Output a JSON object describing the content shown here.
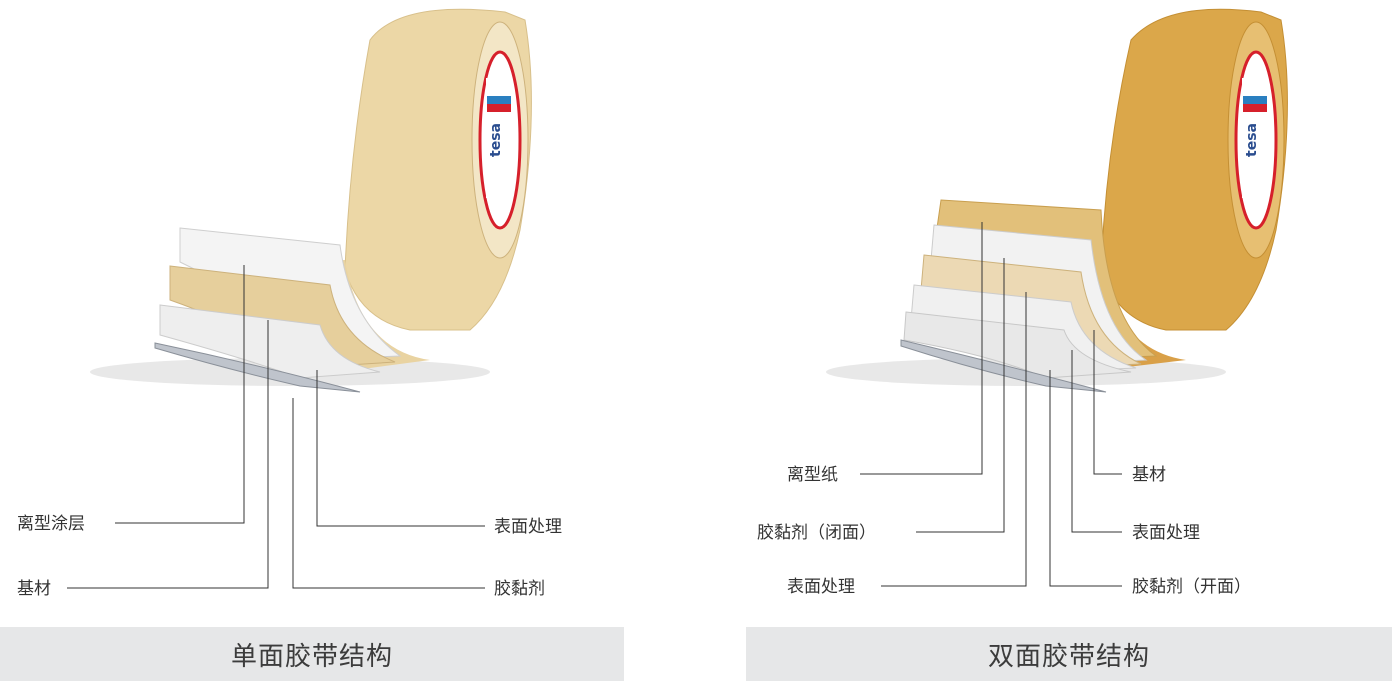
{
  "left": {
    "labels": {
      "release_coating": "离型涂层",
      "base_material": "基材",
      "surface_treatment": "表面处理",
      "adhesive": "胶黏剂"
    },
    "caption": "单面胶带结构"
  },
  "right": {
    "labels": {
      "release_paper": "离型纸",
      "adhesive_closed": "胶黏剂（闭面）",
      "surface_treatment_1": "表面处理",
      "base_material": "基材",
      "surface_treatment_2": "表面处理",
      "adhesive_open": "胶黏剂（开面）"
    },
    "caption": "双面胶带结构"
  },
  "brand_text": "tesa",
  "colors": {
    "single_tape": "#efdcb0",
    "double_tape": "#dba74a",
    "caption_bg": "#e6e7e8",
    "leader_line": "#333333",
    "brand_red": "#d6202b",
    "brand_blue": "#2a7fc0"
  }
}
